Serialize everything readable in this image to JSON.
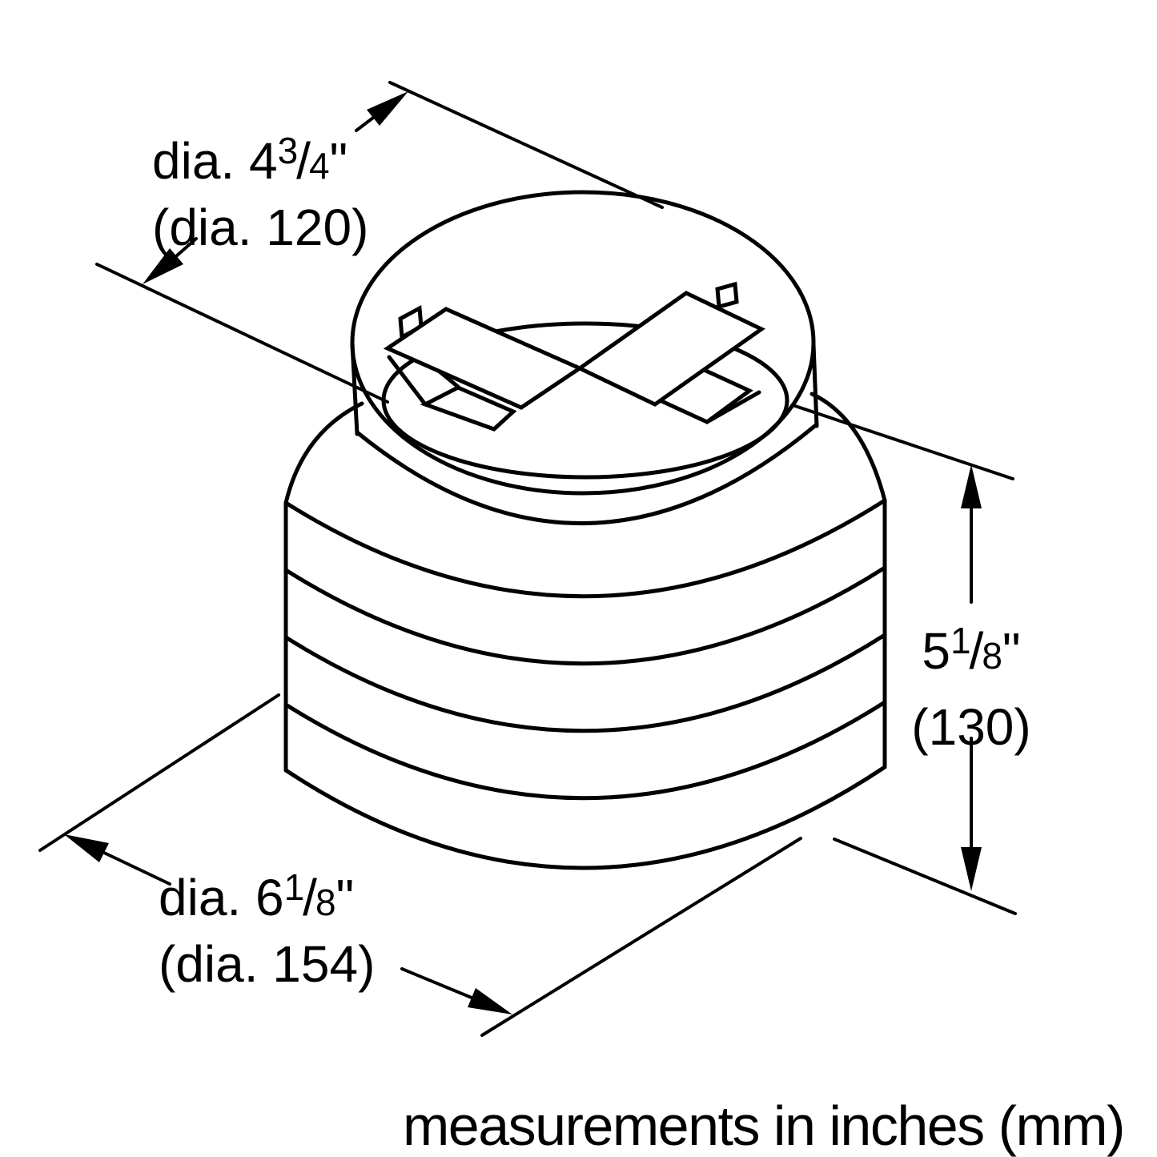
{
  "diagram": {
    "title": "duct adapter dimension drawing",
    "caption": "measurements in inches (mm)",
    "colors": {
      "line": "#000000",
      "background": "#ffffff"
    },
    "dims": {
      "top_diameter": {
        "prefix": "dia. 4",
        "num": "3",
        "slash": "/",
        "den": "4",
        "unit": "\"",
        "metric": "(dia. 120)"
      },
      "height": {
        "prefix": "5",
        "num": "1",
        "slash": "/",
        "den": "8",
        "unit": "\"",
        "metric": "(130)"
      },
      "bottom_diameter": {
        "prefix": "dia. 6",
        "num": "1",
        "slash": "/",
        "den": "8",
        "unit": "\"",
        "metric": "(dia. 154)"
      }
    }
  }
}
